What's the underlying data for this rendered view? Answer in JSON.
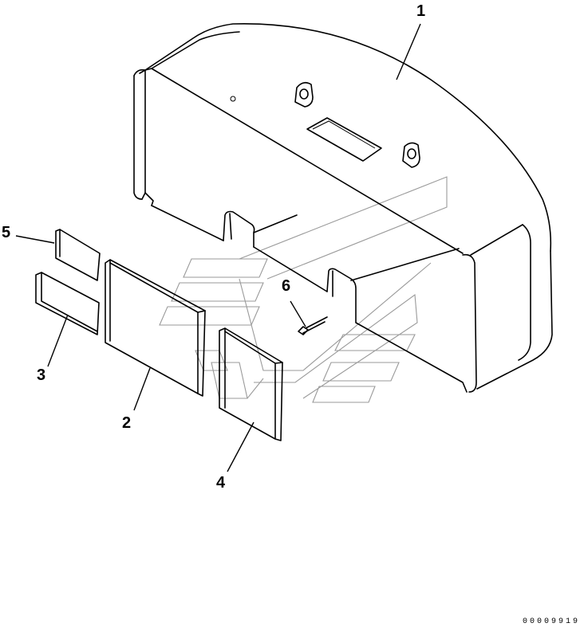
{
  "callouts": {
    "c1": "1",
    "c2": "2",
    "c3": "3",
    "c4": "4",
    "c5": "5",
    "c6": "6"
  },
  "document_number": "00009919",
  "colors": {
    "line": "#000000",
    "watermark": "#9a9a9a",
    "plate_fill": "#e6e6e6",
    "background": "#ffffff"
  }
}
